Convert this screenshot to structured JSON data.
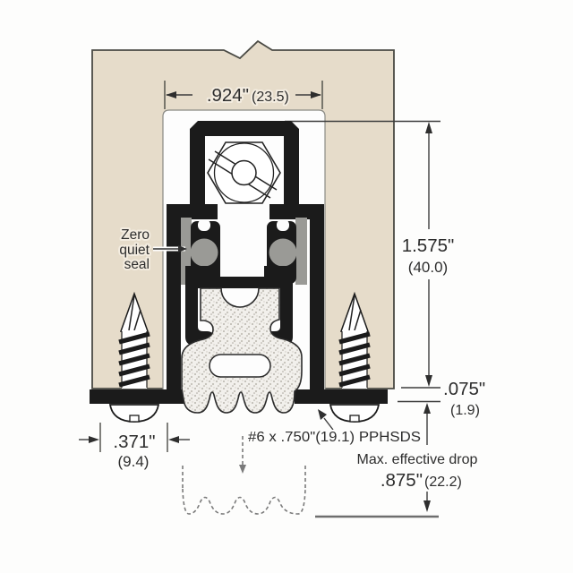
{
  "labels": {
    "zero_quiet_seal": {
      "line1": "Zero",
      "line2": "quiet",
      "line3": "seal"
    },
    "screw_spec": "#6 x .750\"(19.1) PPHSDS",
    "max_effective_drop": "Max. effective drop",
    "max_drop_value": ".875\"",
    "max_drop_metric": "(22.2)"
  },
  "dimensions": {
    "groove_width": {
      "inch": ".924\"",
      "metric": "(23.5)"
    },
    "housing_height": {
      "inch": "1.575\"",
      "metric": "(40.0)"
    },
    "flange_thickness": {
      "inch": ".075\"",
      "metric": "(1.9)"
    },
    "face_width": {
      "inch": ".371\"",
      "metric": "(9.4)"
    }
  },
  "colors": {
    "background": "#fdfdfc",
    "door_fill": "#e6dcca",
    "ink": "#1b1b1b",
    "seal_bulb_gray": "#9a9a96",
    "rubber_base": "#f2f0ec",
    "dimension_line": "#3d3d3d"
  }
}
